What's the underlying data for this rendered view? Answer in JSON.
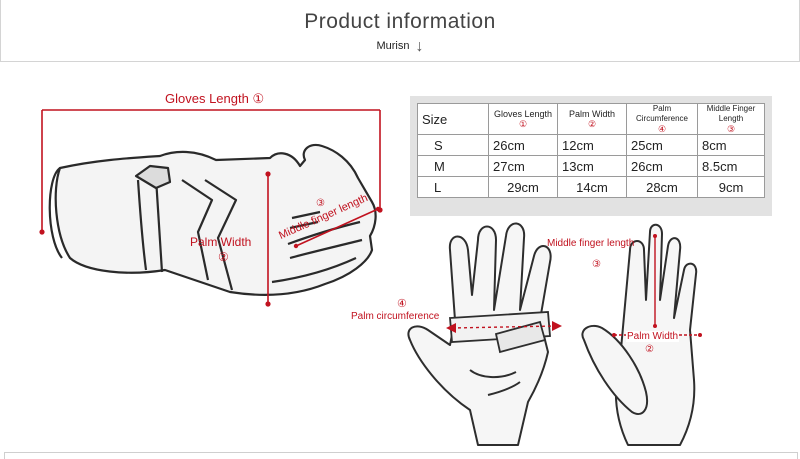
{
  "header": {
    "title": "Product information",
    "subtitle": "Murisn",
    "arrow": "↓"
  },
  "glove_diagram": {
    "gloves_length": "Gloves Length ①",
    "palm_width": "Palm Width",
    "palm_width_num": "②",
    "middle_num": "③",
    "middle_finger": "Middle finger length"
  },
  "size_table": {
    "headers": [
      {
        "label": "Size",
        "num": ""
      },
      {
        "label": "Gloves Length",
        "num": "①"
      },
      {
        "label": "Palm Width",
        "num": "②"
      },
      {
        "label": "Palm Circumference",
        "num": "④"
      },
      {
        "label": "Middle Finger Length",
        "num": "③"
      }
    ],
    "rows": [
      [
        "S",
        "26cm",
        "12cm",
        "25cm",
        "8cm"
      ],
      [
        "M",
        "27cm",
        "13cm",
        "26cm",
        "8.5cm"
      ],
      [
        "L",
        "29cm",
        "14cm",
        "28cm",
        "9cm"
      ]
    ]
  },
  "hand_diagram": {
    "circ_num": "④",
    "palm_circumference": "Palm circumference",
    "middle_finger": "Middle finger length",
    "middle_num": "③",
    "palm_width": "Palm Width",
    "palm_width_num": "②"
  },
  "colors": {
    "accent": "#c1121f",
    "line": "#333333"
  }
}
